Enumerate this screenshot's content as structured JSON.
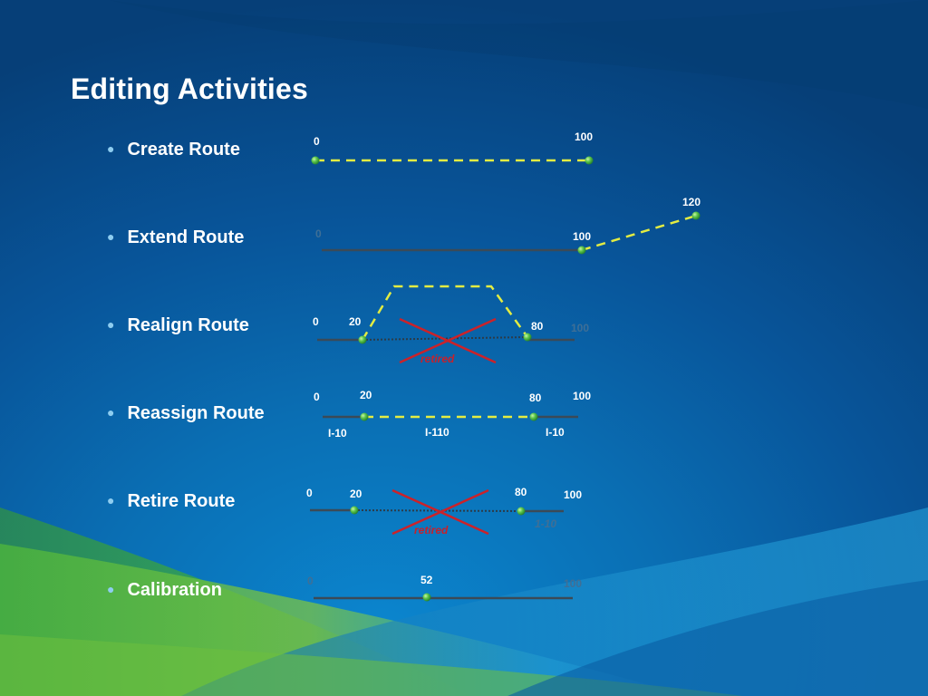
{
  "title": "Editing Activities",
  "colors": {
    "route_line": "#3b4a57",
    "edit_line": "#e3ec42",
    "retire_x": "#cc2229",
    "node": "#47b83f",
    "retired_text": "#c8202a"
  },
  "bullets": [
    {
      "label": "Create Route"
    },
    {
      "label": "Extend Route"
    },
    {
      "label": "Realign Route"
    },
    {
      "label": "Reassign Route"
    },
    {
      "label": "Retire Route"
    },
    {
      "label": "Calibration"
    }
  ],
  "rows": {
    "create": {
      "m_start": "0",
      "m_end": "100"
    },
    "extend": {
      "m_start": "0",
      "m_mid": "100",
      "m_end": "120"
    },
    "realign": {
      "m_start": "0",
      "m_a": "20",
      "m_b": "80",
      "m_end": "100",
      "retired": "retired"
    },
    "reassign": {
      "m_start": "0",
      "m_a": "20",
      "m_b": "80",
      "m_end": "100",
      "route_left": "I-10",
      "route_mid": "I-110",
      "route_right": "I-10"
    },
    "retire": {
      "m_start": "0",
      "m_a": "20",
      "m_b": "80",
      "m_end": "100",
      "retired": "retired",
      "route_label": "1-10"
    },
    "calibration": {
      "m_start": "0",
      "m_mid": "52",
      "m_end": "100"
    }
  }
}
